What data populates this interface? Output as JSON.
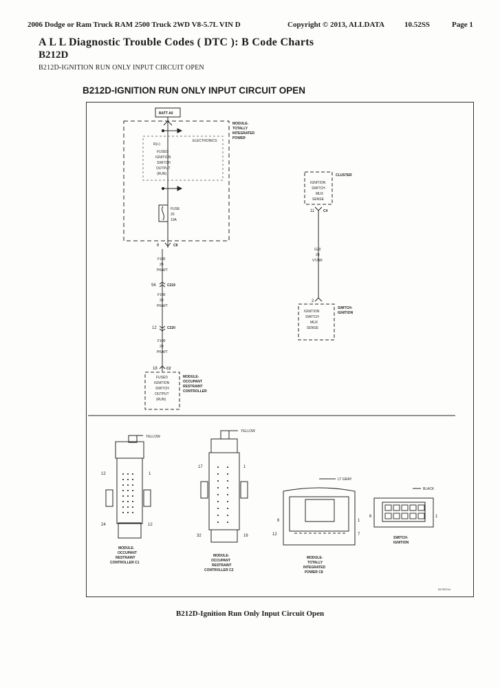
{
  "header": {
    "vehicle": "2006 Dodge or Ram Truck RAM 2500 Truck 2WD V8-5.7L VIN D",
    "copyright": "Copyright © 2013, ALLDATA",
    "version": "10.52SS",
    "page": "Page 1"
  },
  "title": {
    "main": "A L L  Diagnostic Trouble Codes ( DTC ): B Code Charts",
    "code": "B212D",
    "subtitle": "B212D-IGNITION RUN ONLY INPUT CIRCUIT OPEN"
  },
  "diagram": {
    "title": "B212D-IGNITION RUN ONLY INPUT CIRCUIT OPEN",
    "batt": "BATT A0",
    "tipm": {
      "label": [
        "MODULE-",
        "TOTALLY",
        "INTEGRATED",
        "POWER"
      ],
      "rplus": "R(+)",
      "electronics": "ELECTRONICS",
      "output": [
        "FUSED",
        "IGNITION",
        "SWITCH",
        "OUTPUT",
        "(RUN)"
      ],
      "fuse": [
        "FUSE",
        "20",
        "10A"
      ]
    },
    "c8": {
      "pin": "6",
      "name": "C8"
    },
    "wire1": [
      "F100",
      "20",
      "PK/WT"
    ],
    "c219": {
      "pin": "56",
      "name": "C219"
    },
    "wire2": [
      "F100",
      "20",
      "PK/WT"
    ],
    "c220": {
      "pin": "12",
      "name": "C220"
    },
    "wire3": [
      "F100",
      "20",
      "PK/WT"
    ],
    "c2": {
      "pin": "18",
      "name": "C2"
    },
    "orc": {
      "output": [
        "FUSED",
        "IGNITION",
        "SWITCH",
        "OUTPUT",
        "(RUN)"
      ],
      "label": [
        "MODULE-",
        "OCCUPANT",
        "RESTRAINT",
        "CONTROLLER"
      ]
    },
    "cluster": {
      "name": "CLUSTER",
      "sense": [
        "IGNITION",
        "SWITCH",
        "MUX",
        "SENSE"
      ],
      "pin": "11",
      "conn": "C4"
    },
    "wire4": [
      "G20",
      "20",
      "VT/BR"
    ],
    "sw_pin": "2",
    "switch": {
      "sense": [
        "IGNITION",
        "SWITCH",
        "MUX",
        "SENSE"
      ],
      "label": [
        "SWITCH-",
        "IGNITION"
      ]
    },
    "connectors": {
      "c1": {
        "color": "YELLOW",
        "pins": [
          "12",
          "1",
          "24",
          "12"
        ],
        "label": [
          "MODULE-",
          "OCCUPANT",
          "RESTRAINT",
          "CONTROLLER C1"
        ]
      },
      "c2": {
        "color": "YELLOW",
        "pins": [
          "17",
          "1",
          "32",
          "16"
        ],
        "label": [
          "MODULE-",
          "OCCUPANT",
          "RESTRAINT",
          "CONTROLLER C2"
        ]
      },
      "c8": {
        "color": "LT GRAY",
        "pins": [
          "6",
          "1",
          "12",
          "7"
        ],
        "label": [
          "MODULE-",
          "TOTALLY",
          "INTEGRATED",
          "POWER C8"
        ]
      },
      "sw": {
        "color": "BLACK",
        "pins": [
          "6",
          "1"
        ],
        "label": [
          "SWITCH-",
          "IGNITION"
        ]
      }
    },
    "ref": "81763744"
  },
  "caption": "B212D-Ignition Run Only Input Circuit Open"
}
